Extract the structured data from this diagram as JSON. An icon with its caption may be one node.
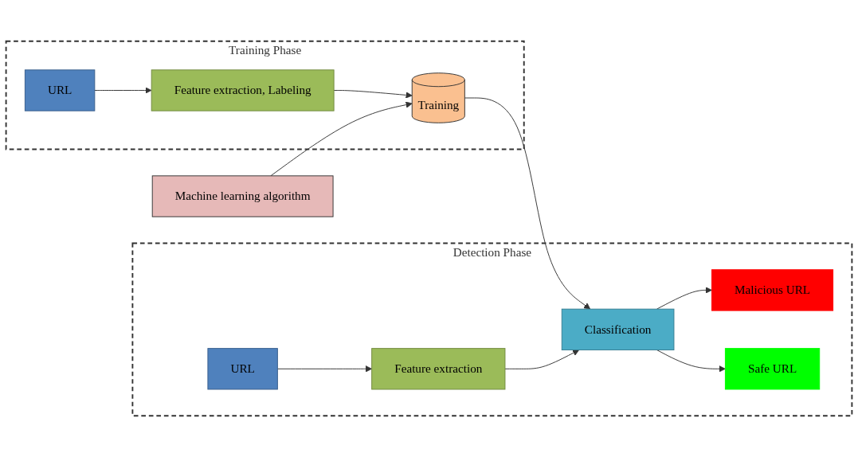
{
  "diagram": {
    "nodes": [
      {
        "text": [
          "Training Phase"
        ]
      },
      {
        "text": [
          "URL"
        ],
        "in": 0
      },
      {
        "text": [
          "Feature extraction, Labeling"
        ],
        "in": 0
      },
      {
        "text": [
          "Training"
        ],
        "in": 0
      },
      {
        "text": [
          "Machine learning algorithm"
        ]
      },
      {
        "text": [
          "Detection Phase"
        ]
      },
      {
        "text": [
          "URL"
        ],
        "in": 5
      },
      {
        "text": [
          "Feature extraction"
        ],
        "in": 5
      },
      {
        "text": [
          "Classification"
        ],
        "in": 5
      },
      {
        "text": [
          "Malicious URL"
        ],
        "in": 5
      },
      {
        "text": [
          "Safe URL"
        ],
        "in": 5
      }
    ],
    "edges": [
      {
        "from": 1,
        "to": 2,
        "arrow": "to"
      },
      {
        "from": 2,
        "to": 3,
        "arrow": "to"
      },
      {
        "from": 4,
        "to": 3,
        "arrow": "to"
      },
      {
        "from": 3,
        "to": 8,
        "arrow": "to"
      },
      {
        "from": 6,
        "to": 7,
        "arrow": "to"
      },
      {
        "from": 7,
        "to": 8,
        "arrow": "to"
      },
      {
        "from": 8,
        "to": 9,
        "arrow": "to"
      },
      {
        "from": 8,
        "to": 10,
        "arrow": "to"
      }
    ]
  }
}
